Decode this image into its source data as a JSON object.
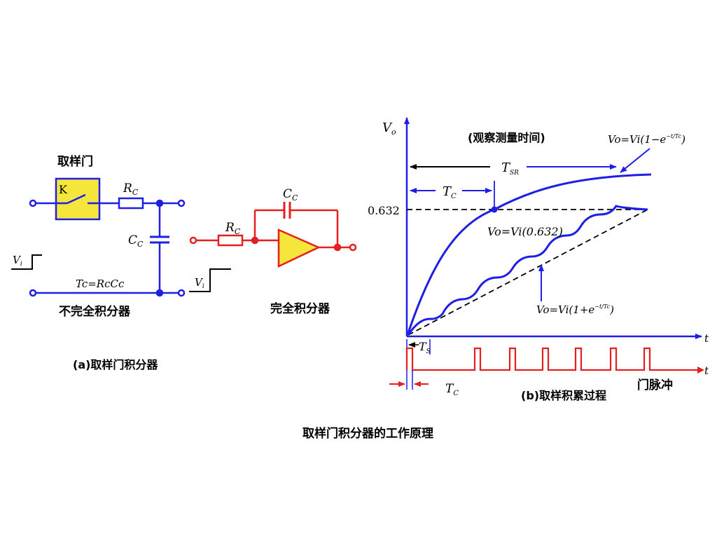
{
  "colors": {
    "circuit_a": "#1e1ee6",
    "circuit_b": "#e61e1e",
    "gate_fill": "#f5e63c",
    "opamp_fill": "#f5e63c",
    "curves": "#1e1ee6",
    "ink": "#000000"
  },
  "part_a": {
    "gate_label": "取样门",
    "switch_label": "K",
    "r_label": "R",
    "r_sub": "C",
    "c_label": "C",
    "c_sub": "C",
    "vi_label": "V",
    "vi_sub": "i",
    "tc_formula": "Tc=RcCc",
    "incomplete_label": "不完全积分器",
    "vo_label": "V",
    "vo_sub": "i",
    "opamp_c_label": "C",
    "opamp_c_sub": "C",
    "opamp_r_label": "R",
    "opamp_r_sub": "C",
    "complete_label": "完全积分器",
    "caption": "(a)取样门积分器"
  },
  "part_b": {
    "y_axis": "Vo",
    "x_axis": "t",
    "level_0632": "0.632",
    "window_label": "(观察测量时间)",
    "tsr_label": "T",
    "tsr_sub": "SR",
    "tc_label": "T",
    "tc_sub": "C",
    "ts_label": "T",
    "ts_sub": "S",
    "eq_top": "Vo=Vi(1−e",
    "eq_top_exp": "−t/Tc",
    "eq_top_end": ")",
    "eq_mid": "Vo=Vi(0.632)",
    "eq_low": "Vo=Vi(1+e",
    "eq_low_exp": "−t/Tc",
    "eq_low_end": ")",
    "gate_pulse_label": "门脉冲",
    "pulse_period_label": "T",
    "pulse_period_sub": "C",
    "caption": "(b)取样积累过程"
  },
  "figure_title": "取样门积分器的工作原理"
}
